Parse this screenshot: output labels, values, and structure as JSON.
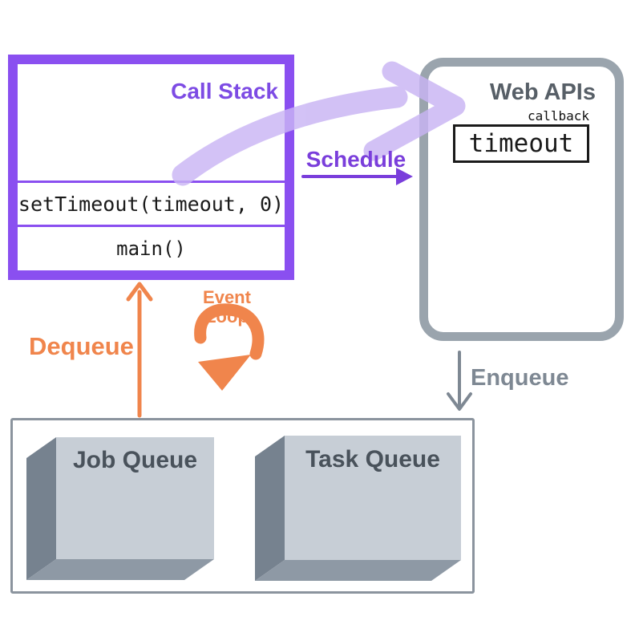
{
  "diagram": {
    "call_stack": {
      "title": "Call Stack",
      "frames": [
        "setTimeout(timeout, 0)",
        "main()"
      ]
    },
    "web_apis": {
      "title": "Web APIs",
      "callback_label": "callback",
      "callback_item": "timeout"
    },
    "labels": {
      "schedule": "Schedule",
      "enqueue": "Enqueue",
      "dequeue": "Dequeue",
      "event_loop": "Event Loop"
    },
    "queues": [
      {
        "label": "Job Queue"
      },
      {
        "label": "Task Queue"
      }
    ],
    "colors": {
      "purple_border": "#8a4ff0",
      "purple_title": "#7d4be4",
      "schedule_purple": "#7a3edb",
      "lavender_arrow": "#c9b4f4",
      "orange": "#f0854c",
      "webapis_border": "#9aa4ad",
      "webapis_title": "#575f67",
      "enqueue_gray": "#7e8893",
      "queue_container_border": "#8b949e",
      "queue_front": "#c7ced6",
      "queue_side": "#76828f",
      "queue_bottom": "#8e99a5",
      "queue_label": "#49525b"
    }
  }
}
